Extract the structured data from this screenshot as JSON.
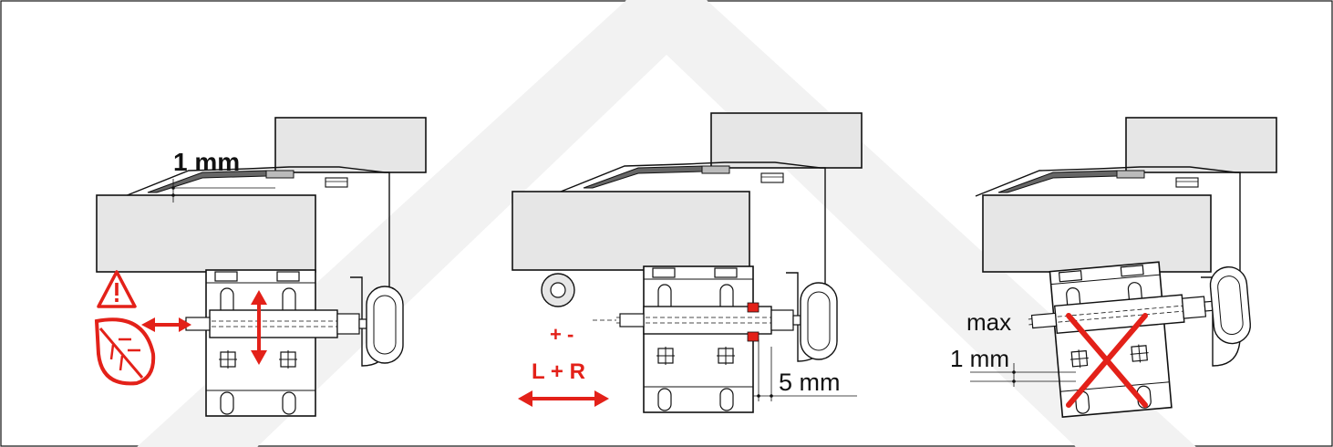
{
  "panels": [
    {
      "id": "panel-1",
      "gap_label": "1 mm"
    },
    {
      "id": "panel-2",
      "adjust_sign_label": "+ -",
      "side_label": "L + R",
      "offset_label": "5 mm"
    },
    {
      "id": "panel-3",
      "max_label": "max",
      "max_value_label": "1 mm"
    }
  ],
  "colors": {
    "line": "#111111",
    "accent": "#e32119",
    "fill_gray": "#e6e6e6",
    "watermark": "#f0f0f0"
  },
  "icons": [
    "warning-triangle-icon",
    "leaf-icon",
    "double-arrow-icon",
    "cross-icon"
  ]
}
